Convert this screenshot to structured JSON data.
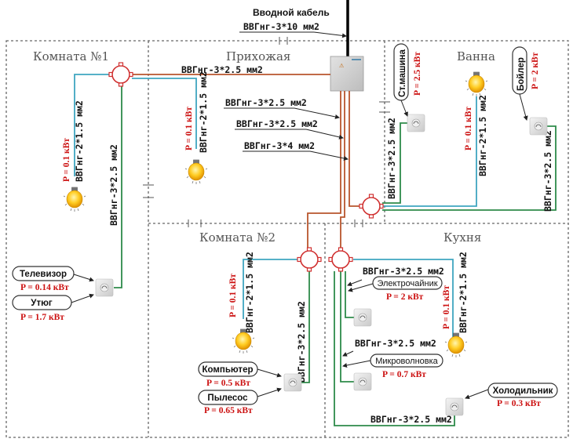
{
  "header": {
    "title": "Вводной кабель",
    "cable": "ВВГнг-3*10 мм2"
  },
  "colors": {
    "phase_line": "#b8552d",
    "lighting_line": "#3fa6c0",
    "socket_line": "#2e8b4a",
    "junction_box": "#d03030",
    "power_text": "#cc1111",
    "walls": "#666666"
  },
  "rooms": {
    "room1": {
      "title": "Комната №1"
    },
    "hall": {
      "title": "Прихожая"
    },
    "bath": {
      "title": "Ванна"
    },
    "room2": {
      "title": "Комната №2"
    },
    "kitchen": {
      "title": "Кухня"
    }
  },
  "cables": {
    "panel_to_room1": "ВВГнг-3*2.5 мм2",
    "panel_out_1": "ВВГнг-3*2.5 мм2",
    "panel_out_2": "ВВГнг-3*2.5 мм2",
    "panel_out_3": "ВВГнг-3*4 мм2",
    "room1_light": "ВВГнг-2*1.5 мм2",
    "room1_socket": "ВВГнг-3*2.5 мм2",
    "hall_light": "ВВГнг-2*1.5 мм2",
    "bath_washer": "ВВГнг-3*2.5 мм2",
    "bath_light": "ВВГнг-2*1.5 мм2",
    "bath_boiler": "ВВГнг-3*2.5 мм2",
    "room2_light": "ВВГнг-2*1.5 мм2",
    "room2_socket": "ВВГнг-3*2.5 мм2",
    "kitchen_kettle": "ВВГнг-3*2.5 мм2",
    "kitchen_micro": "ВВГнг-3*2.5 мм2",
    "kitchen_light": "ВВГнг-2*1.5 мм2",
    "kitchen_fridge": "ВВГнг-3*2.5 мм2"
  },
  "lights": {
    "room1": {
      "power": "P = 0.1 кВт",
      "icon": "light-bulb-icon"
    },
    "hall": {
      "power": "P = 0.1 кВт",
      "icon": "light-bulb-icon"
    },
    "bath": {
      "power": "P = 0.1 кВт",
      "icon": "light-bulb-icon"
    },
    "room2": {
      "power": "P = 0.1 кВт",
      "icon": "light-bulb-icon"
    },
    "kitchen": {
      "power": "P = 0.1 кВт",
      "icon": "light-bulb-icon"
    }
  },
  "appliances": {
    "tv": {
      "name": "Телевизор",
      "power": "P = 0.14 кВт"
    },
    "iron": {
      "name": "Утюг",
      "power": "P = 1.7 кВт"
    },
    "washer": {
      "name": "Ст.машина",
      "power": "P = 2.5 кВт"
    },
    "boiler": {
      "name": "Бойлер",
      "power": "P = 2 кВт"
    },
    "computer": {
      "name": "Компьютер",
      "power": "P = 0.5 кВт"
    },
    "vacuum": {
      "name": "Пылесос",
      "power": "P = 0.65 кВт"
    },
    "kettle": {
      "name": "Электрочайник",
      "power": "P = 2 кВт"
    },
    "microwave": {
      "name": "Микроволновка",
      "power": "P = 0.7 кВт"
    },
    "fridge": {
      "name": "Холодильник",
      "power": "P = 0.3 кВт"
    }
  }
}
